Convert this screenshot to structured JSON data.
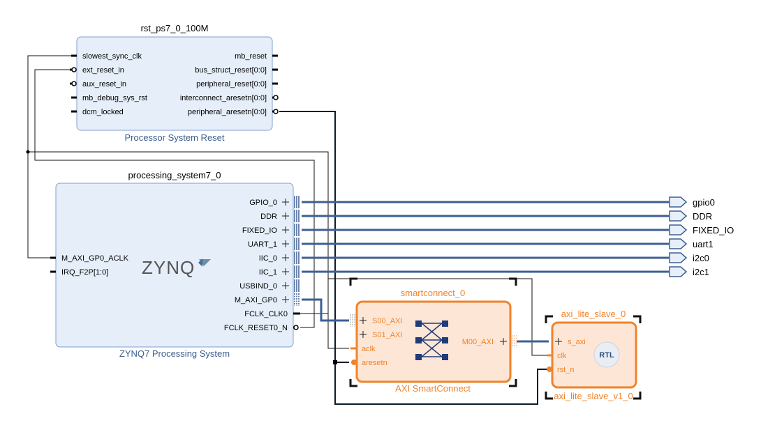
{
  "rst_block": {
    "instance": "rst_ps7_0_100M",
    "caption": "Processor System Reset",
    "left_ports": [
      "slowest_sync_clk",
      "ext_reset_in",
      "aux_reset_in",
      "mb_debug_sys_rst",
      "dcm_locked"
    ],
    "right_ports": [
      "mb_reset",
      "bus_struct_reset[0:0]",
      "peripheral_reset[0:0]",
      "interconnect_aresetn[0:0]",
      "peripheral_aresetn[0:0]"
    ]
  },
  "ps_block": {
    "instance": "processing_system7_0",
    "caption": "ZYNQ7 Processing System",
    "logo": "ZYNQ",
    "left_ports": [
      "M_AXI_GP0_ACLK",
      "IRQ_F2P[1:0]"
    ],
    "right_ports": [
      "GPIO_0",
      "DDR",
      "FIXED_IO",
      "UART_1",
      "IIC_0",
      "IIC_1",
      "USBIND_0",
      "M_AXI_GP0",
      "FCLK_CLK0",
      "FCLK_RESET0_N"
    ]
  },
  "sc_block": {
    "instance": "smartconnect_0",
    "caption": "AXI SmartConnect",
    "left_ports": [
      "S00_AXI",
      "S01_AXI",
      "aclk",
      "aresetn"
    ],
    "right_ports": [
      "M00_AXI"
    ]
  },
  "slave_block": {
    "instance": "axi_lite_slave_0",
    "caption": "axi_lite_slave_v1_0",
    "left_ports": [
      "s_axi",
      "clk",
      "rst_n"
    ],
    "badge": "RTL"
  },
  "external_ports": [
    "gpio0",
    "DDR",
    "FIXED_IO",
    "uart1",
    "i2c0",
    "i2c1"
  ],
  "colors": {
    "ip_fill": "#e6eff9",
    "ip_border": "#7f9fd0",
    "bus": "#3c5f94",
    "highlight": "#f0832a",
    "highlight_fill": "#fde6d6"
  }
}
